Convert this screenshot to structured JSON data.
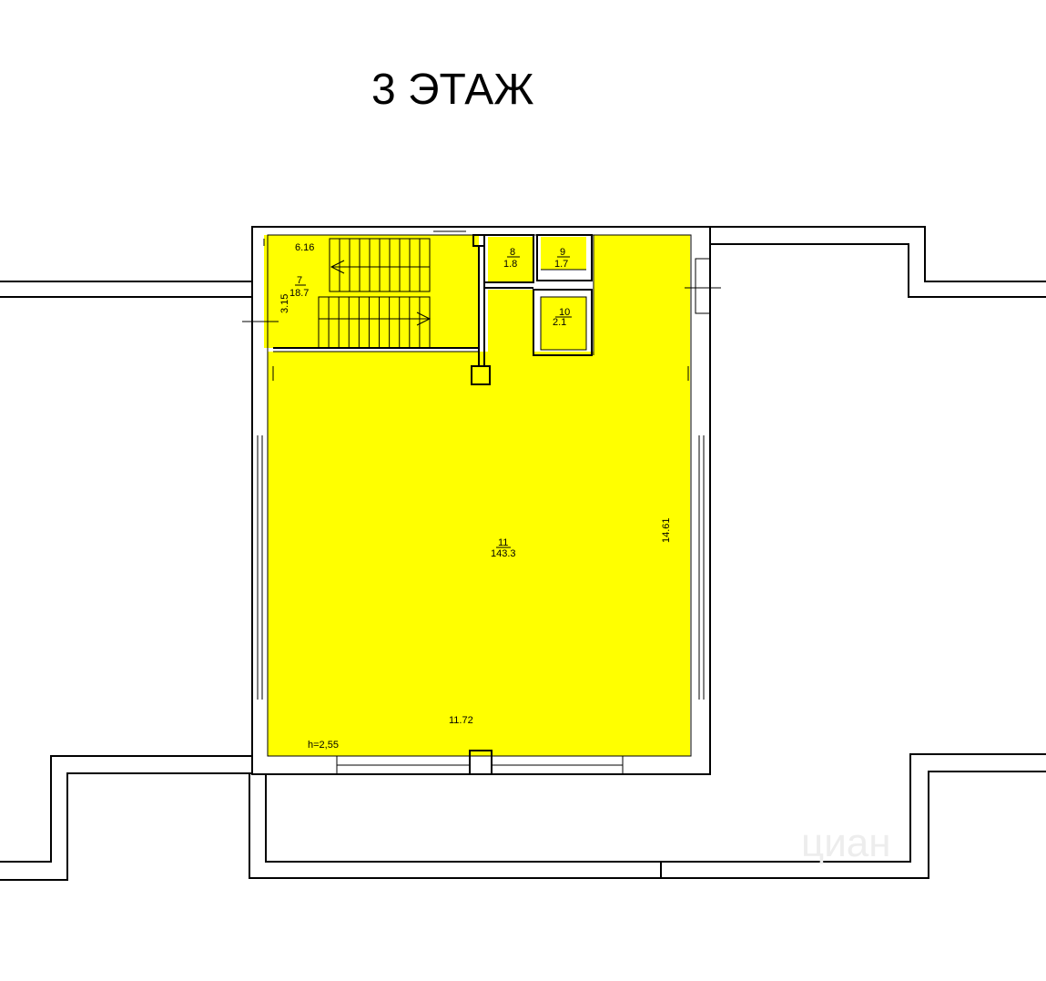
{
  "title": "3 ЭТАЖ",
  "rooms": [
    {
      "number": "7",
      "area": "18.7"
    },
    {
      "number": "8",
      "area": "1.8"
    },
    {
      "number": "9",
      "area": "1.7"
    },
    {
      "number": "10",
      "area": "2.1"
    },
    {
      "number": "11",
      "area": "143.3"
    }
  ],
  "dimensions": {
    "stair_width": "6.16",
    "stair_depth": "3.15",
    "hall_height": "14.61",
    "hall_width": "11.72",
    "ceiling_height": "h=2,55"
  },
  "watermark": "циан",
  "colors": {
    "room_fill": "#ffff00",
    "wall": "#000000",
    "background": "#ffffff",
    "watermark": "#ededed"
  }
}
